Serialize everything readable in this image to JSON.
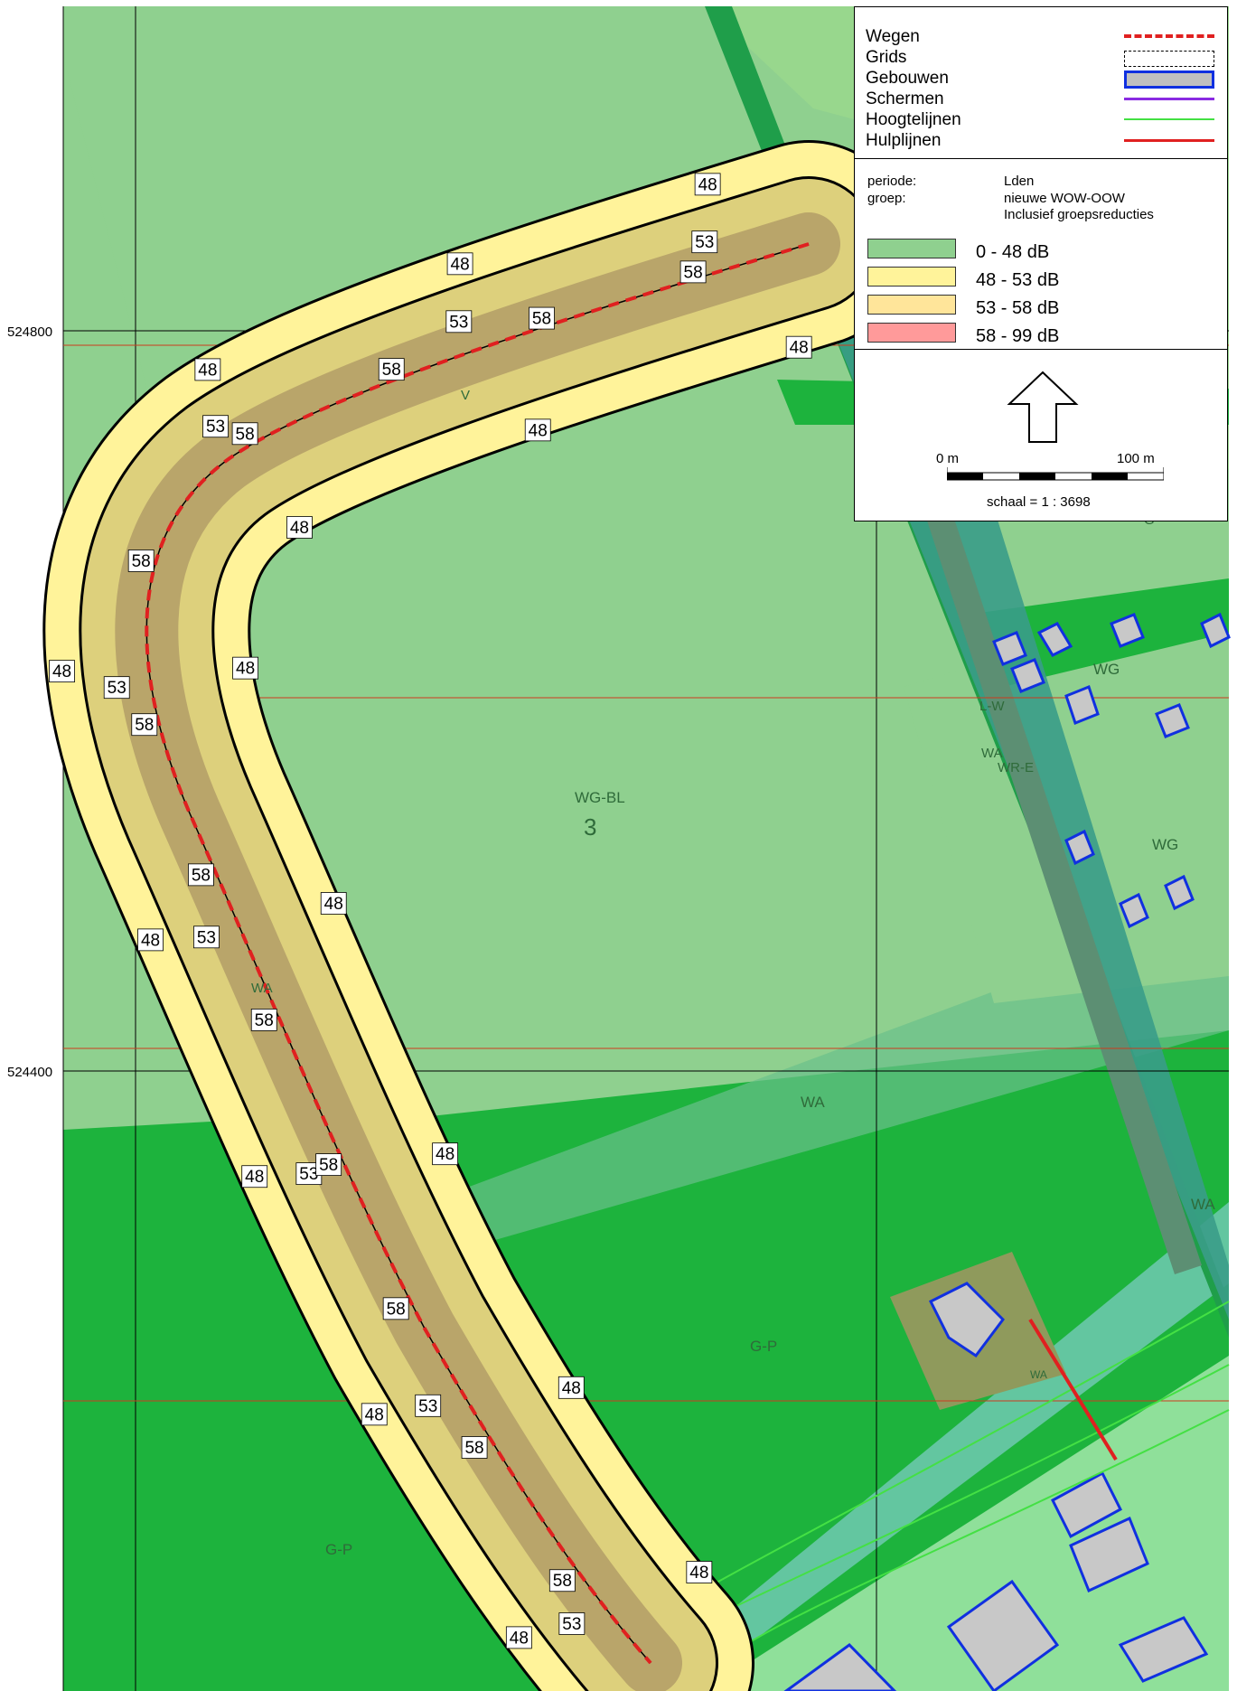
{
  "legend": {
    "items": [
      {
        "label": "Wegen",
        "style": "dashed",
        "color": "#e02020"
      },
      {
        "label": "Grids",
        "style": "dotted-box",
        "color": "#000000"
      },
      {
        "label": "Gebouwen",
        "style": "box",
        "color": "#1030e0",
        "fill": "#c0c0c0"
      },
      {
        "label": "Schermen",
        "style": "line",
        "color": "#8a2be2"
      },
      {
        "label": "Hoogtelijnen",
        "style": "line",
        "color": "#44e044"
      },
      {
        "label": "Hulplijnen",
        "style": "line",
        "color": "#e02020"
      }
    ],
    "info": {
      "periode_label": "periode:",
      "periode_value": "Lden",
      "groep_label": "groep:",
      "groep_value_1": "nieuwe WOW-OOW",
      "groep_value_2": "Inclusief groepsreducties"
    },
    "bands": [
      {
        "label": "0 - 48 dB",
        "color": "#8fd08f"
      },
      {
        "label": "48 - 53 dB",
        "color": "#fff39a"
      },
      {
        "label": "53 - 58 dB",
        "color": "#ffe59a"
      },
      {
        "label": "58 - 99 dB",
        "color": "#ff9a9a"
      }
    ],
    "scale": {
      "left": "0 m",
      "right": "100 m",
      "caption": "schaal = 1 : 3698"
    }
  },
  "coords": [
    "524800",
    "524400"
  ],
  "zones": [
    "WG-BL",
    "3",
    "WA",
    "WA",
    "WA",
    "WG",
    "WG",
    "L-W",
    "WA",
    "WR-E",
    "G-P",
    "G-P",
    "G",
    "V",
    "WA",
    "G"
  ],
  "contours": [
    {
      "v": "48",
      "t": 0.02,
      "o": -106
    },
    {
      "v": "48",
      "t": 0.16,
      "o": -106
    },
    {
      "v": "48",
      "t": 0.3,
      "o": -106
    },
    {
      "v": "48",
      "t": 0.44,
      "o": -106
    },
    {
      "v": "48",
      "t": 0.58,
      "o": -106
    },
    {
      "v": "48",
      "t": 0.72,
      "o": -106
    },
    {
      "v": "48",
      "t": 0.86,
      "o": -106
    },
    {
      "v": "48",
      "t": 0.98,
      "o": -106
    },
    {
      "v": "48",
      "t": 0.04,
      "o": 96
    },
    {
      "v": "48",
      "t": 0.17,
      "o": 96
    },
    {
      "v": "48",
      "t": 0.3,
      "o": 96
    },
    {
      "v": "48",
      "t": 0.43,
      "o": 96
    },
    {
      "v": "48",
      "t": 0.56,
      "o": 96
    },
    {
      "v": "48",
      "t": 0.69,
      "o": 96
    },
    {
      "v": "48",
      "t": 0.82,
      "o": 96
    },
    {
      "v": "48",
      "t": 0.95,
      "o": 96
    },
    {
      "v": "53",
      "t": 0.05,
      "o": 36
    },
    {
      "v": "53",
      "t": 0.18,
      "o": 36
    },
    {
      "v": "53",
      "t": 0.31,
      "o": 38
    },
    {
      "v": "53",
      "t": 0.44,
      "o": 38
    },
    {
      "v": "53",
      "t": 0.57,
      "o": 38
    },
    {
      "v": "53",
      "t": 0.7,
      "o": 40
    },
    {
      "v": "53",
      "t": 0.83,
      "o": 40
    },
    {
      "v": "53",
      "t": 0.96,
      "o": 40
    },
    {
      "v": "58",
      "t": 0.06,
      "o": 8
    },
    {
      "v": "58",
      "t": 0.14,
      "o": 10
    },
    {
      "v": "58",
      "t": 0.22,
      "o": 12
    },
    {
      "v": "58",
      "t": 0.3,
      "o": 14
    },
    {
      "v": "58",
      "t": 0.38,
      "o": 16
    },
    {
      "v": "58",
      "t": 0.46,
      "o": 16
    },
    {
      "v": "58",
      "t": 0.54,
      "o": 16
    },
    {
      "v": "58",
      "t": 0.62,
      "o": 16
    },
    {
      "v": "58",
      "t": 0.7,
      "o": 16
    },
    {
      "v": "58",
      "t": 0.78,
      "o": 18
    },
    {
      "v": "58",
      "t": 0.86,
      "o": 20
    },
    {
      "v": "58",
      "t": 0.94,
      "o": 20
    }
  ]
}
